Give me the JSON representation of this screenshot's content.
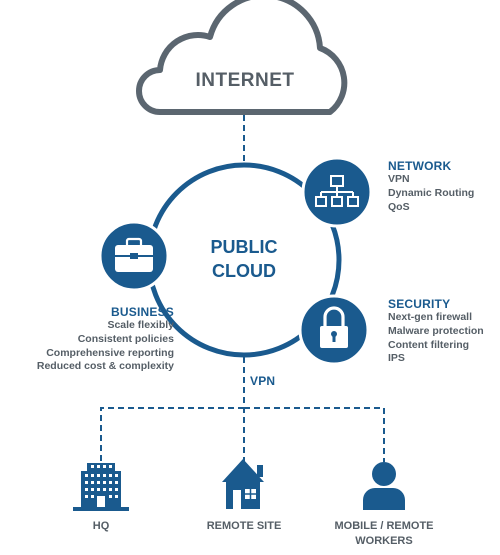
{
  "cloud_label": "INTERNET",
  "center": {
    "line1": "PUBLIC",
    "line2": "CLOUD"
  },
  "network": {
    "title": "NETWORK",
    "items": [
      "VPN",
      "Dynamic Routing",
      "QoS"
    ]
  },
  "security": {
    "title": "SECURITY",
    "items": [
      "Next-gen firewall",
      "Malware protection",
      "Content filtering",
      "IPS"
    ]
  },
  "business": {
    "title": "BUSINESS",
    "items": [
      "Scale flexibly",
      "Consistent policies",
      "Comprehensive reporting",
      "Reduced cost & complexity"
    ]
  },
  "vpn_label": "VPN",
  "endpoints": {
    "hq": "HQ",
    "remote_site": "REMOTE SITE",
    "mobile_line1": "MOBILE / REMOTE",
    "mobile_line2": "WORKERS"
  },
  "colors": {
    "brand_blue": "#1a5a8e",
    "text_gray": "#555e66",
    "outline_gray": "#5b6670"
  },
  "icons": [
    "cloud-icon",
    "network-hierarchy-icon",
    "briefcase-icon",
    "padlock-icon",
    "building-icon",
    "house-icon",
    "person-icon"
  ]
}
